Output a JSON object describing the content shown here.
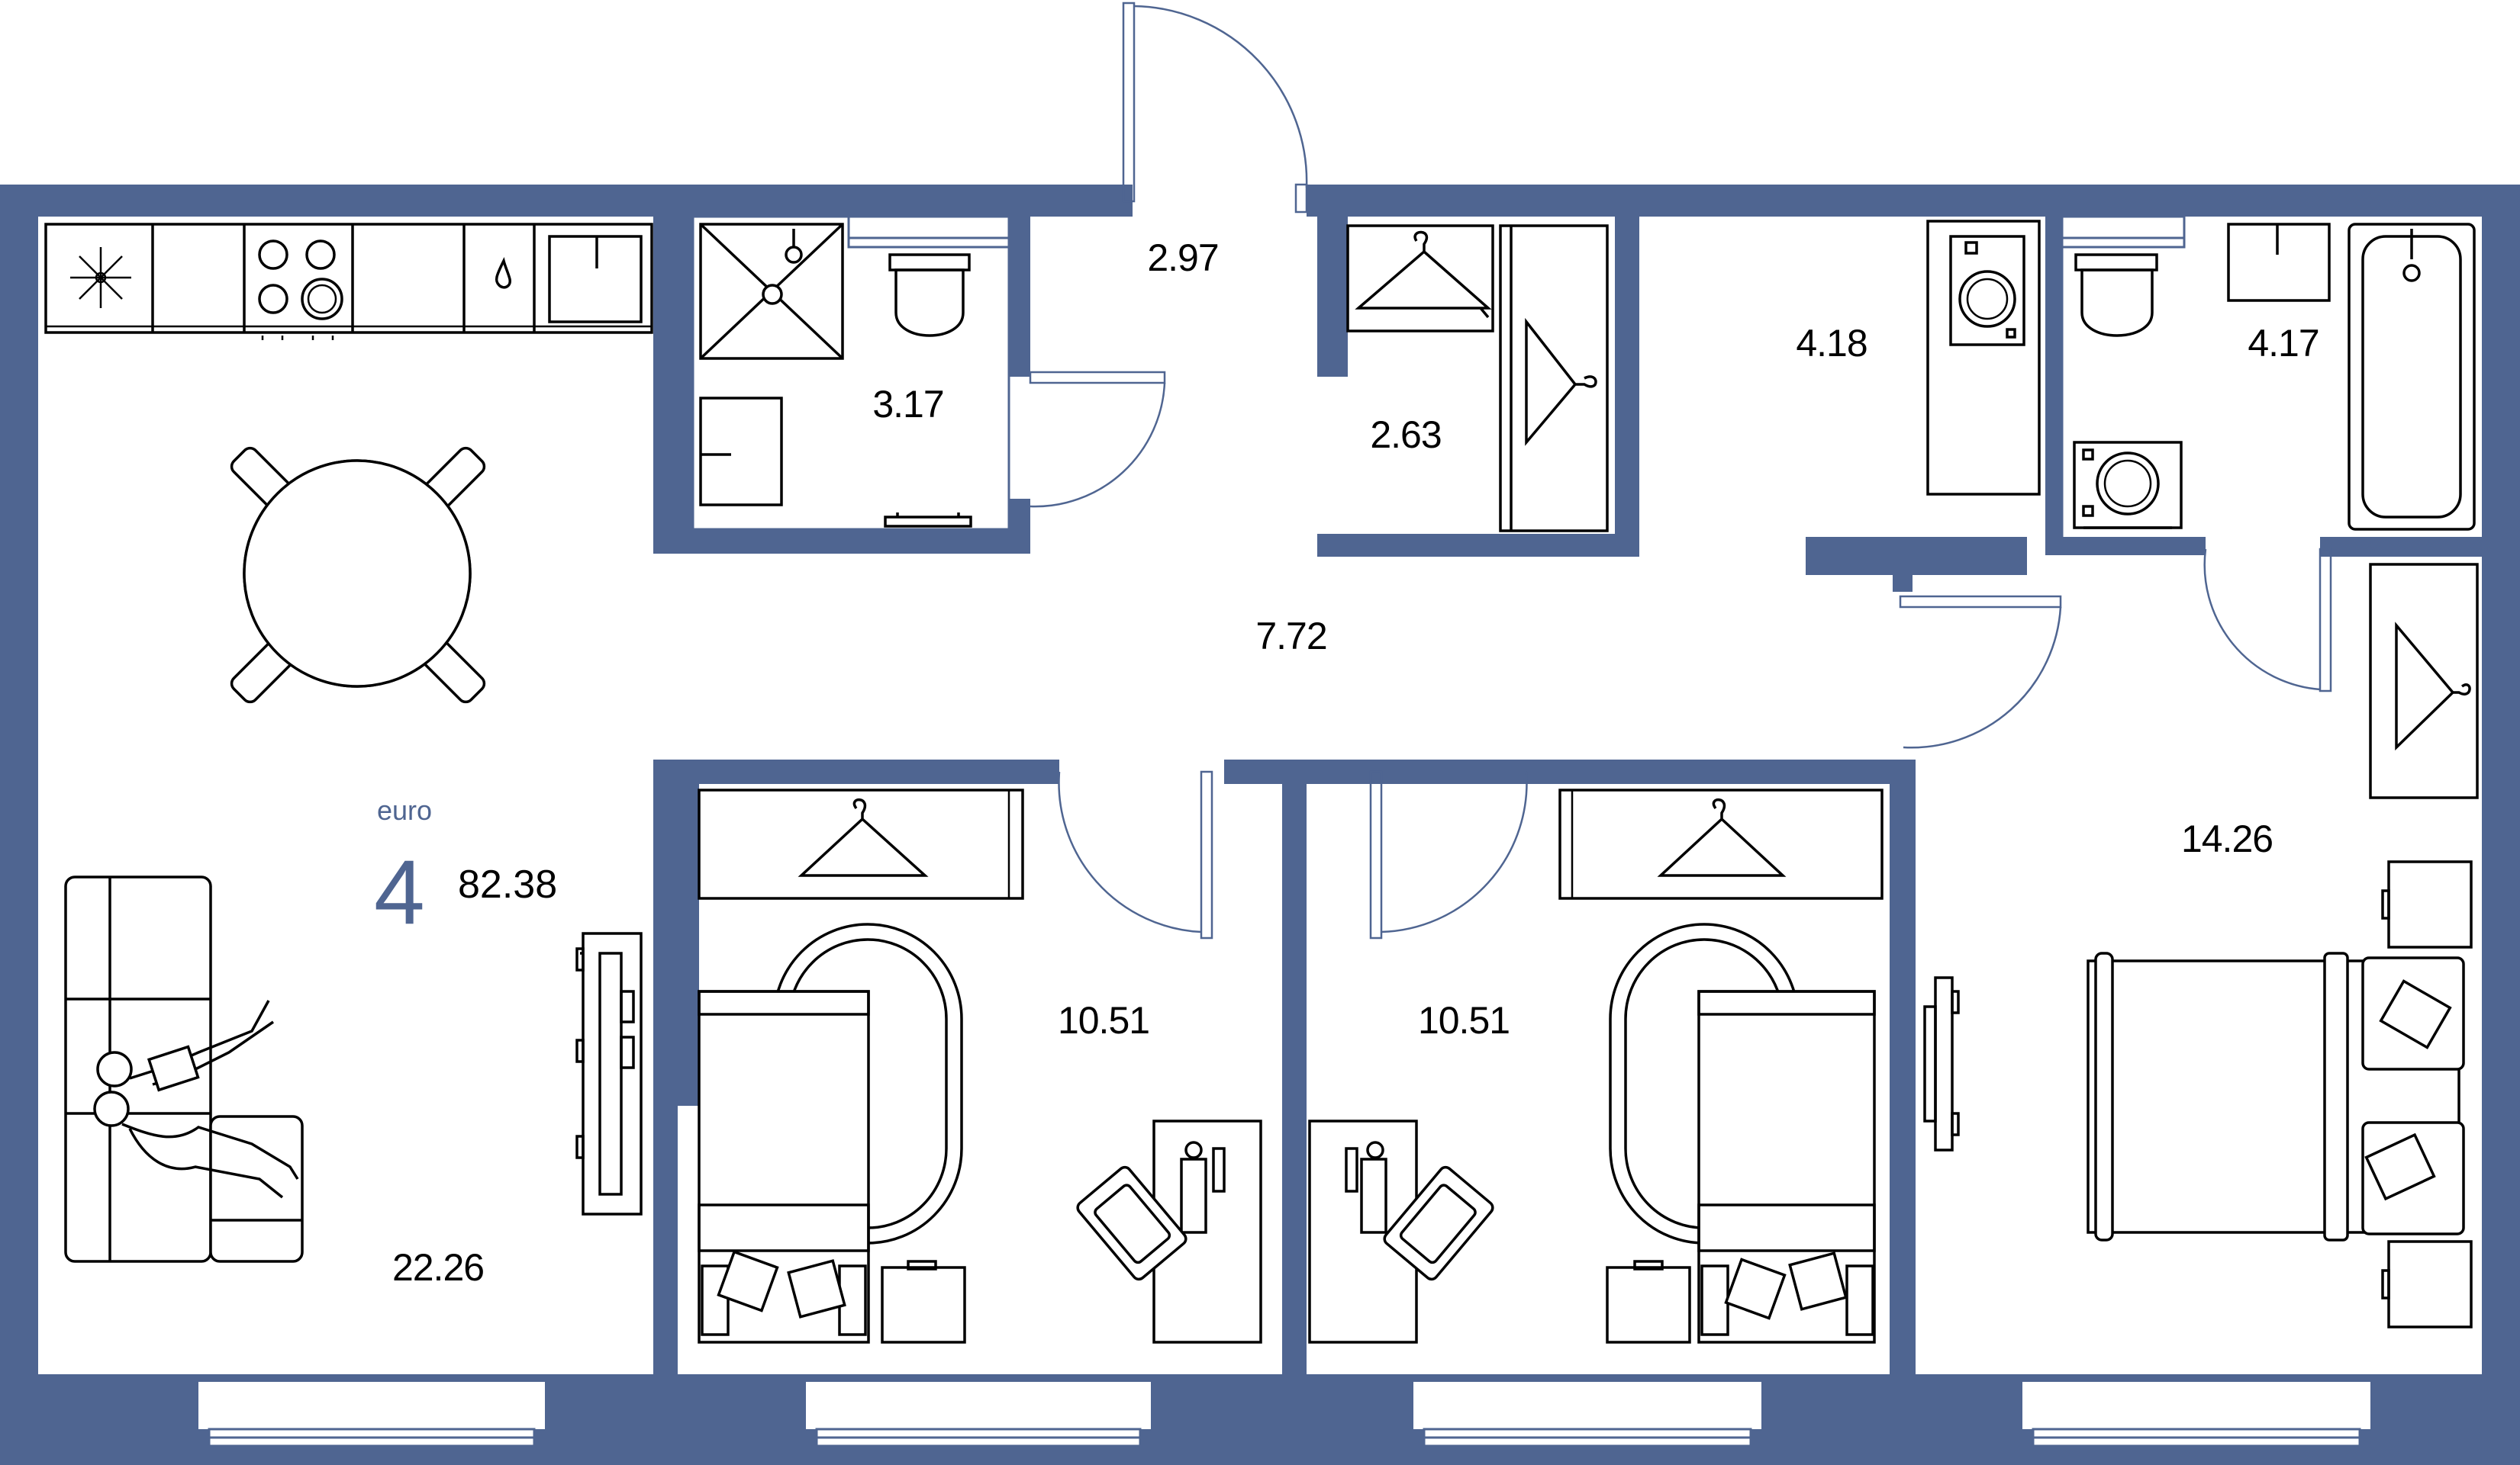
{
  "plan": {
    "type_label": "euro",
    "rooms_count": "4",
    "total_area": "82.38",
    "colors": {
      "wall": "#4f6591",
      "line": "#000000",
      "background": "#ffffff"
    },
    "rooms": [
      {
        "id": "living-kitchen",
        "area": "22.26"
      },
      {
        "id": "entrance",
        "area": "2.97"
      },
      {
        "id": "shower-room",
        "area": "3.17"
      },
      {
        "id": "wardrobe",
        "area": "2.63"
      },
      {
        "id": "laundry",
        "area": "4.18"
      },
      {
        "id": "bathroom",
        "area": "4.17"
      },
      {
        "id": "hallway",
        "area": "7.72"
      },
      {
        "id": "bedroom-1",
        "area": "10.51"
      },
      {
        "id": "bedroom-2",
        "area": "10.51"
      },
      {
        "id": "master-bedroom",
        "area": "14.26"
      }
    ],
    "icons": [
      "fridge-icon",
      "cooktop-icon",
      "sink-icon",
      "shower-icon",
      "toilet-icon",
      "washing-machine-icon",
      "bathtub-icon",
      "hanger-icon",
      "bed-icon",
      "sofa-icon",
      "dining-table-icon",
      "tv-icon",
      "desk-icon",
      "person-icon",
      "armchair-icon"
    ]
  }
}
